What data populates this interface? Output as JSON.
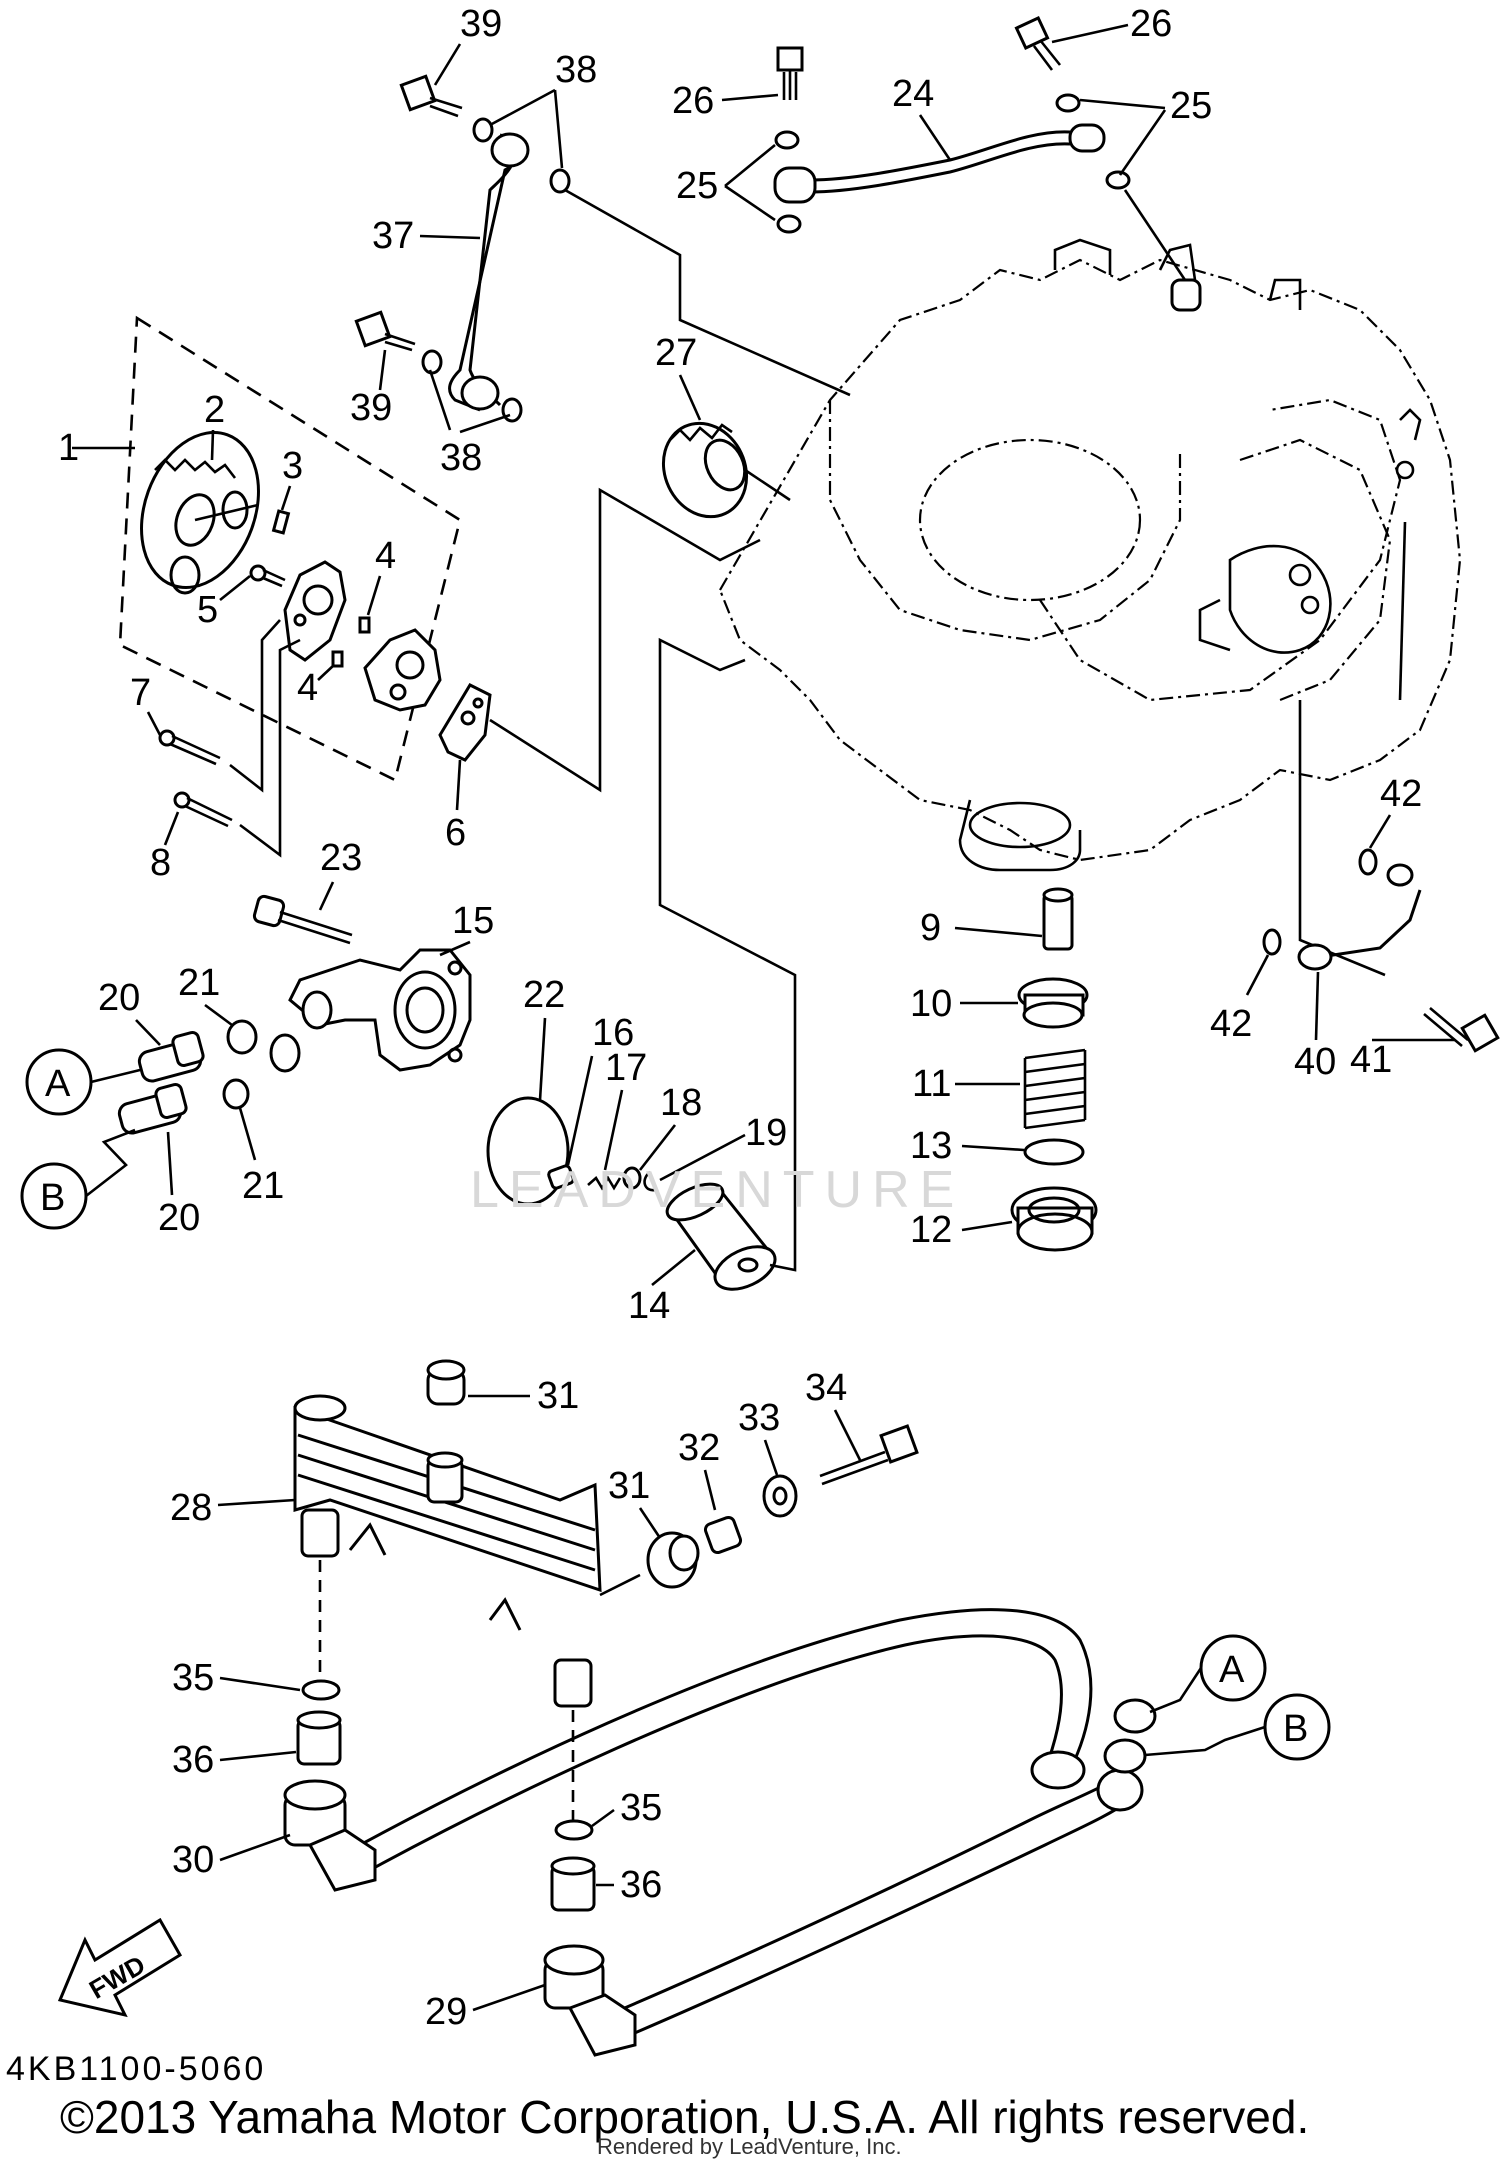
{
  "diagram": {
    "part_code": "4KB1100-5060",
    "copyright": "©2013 Yamaha Motor Corporation, U.S.A. All rights reserved.",
    "rendered_by": "Rendered by LeadVenture, Inc.",
    "watermark": "LEADVENTURE",
    "fwd_label": "FWD",
    "connector_a": "A",
    "connector_b": "B",
    "callouts": {
      "p1": "1",
      "p2": "2",
      "p3": "3",
      "p4a": "4",
      "p4b": "4",
      "p5": "5",
      "p6": "6",
      "p7": "7",
      "p8": "8",
      "p9": "9",
      "p10": "10",
      "p11": "11",
      "p12": "12",
      "p13": "13",
      "p14": "14",
      "p15": "15",
      "p16": "16",
      "p17": "17",
      "p18": "18",
      "p19": "19",
      "p20a": "20",
      "p20b": "20",
      "p21a": "21",
      "p21b": "21",
      "p22": "22",
      "p23": "23",
      "p24": "24",
      "p25a": "25",
      "p25b": "25",
      "p26a": "26",
      "p26b": "26",
      "p27": "27",
      "p28": "28",
      "p29": "29",
      "p30": "30",
      "p31a": "31",
      "p31b": "31",
      "p32": "32",
      "p33": "33",
      "p34": "34",
      "p35a": "35",
      "p35b": "35",
      "p36a": "36",
      "p36b": "36",
      "p37": "37",
      "p38a": "38",
      "p38b": "38",
      "p39a": "39",
      "p39b": "39",
      "p40": "40",
      "p41": "41",
      "p42a": "42",
      "p42b": "42"
    }
  }
}
